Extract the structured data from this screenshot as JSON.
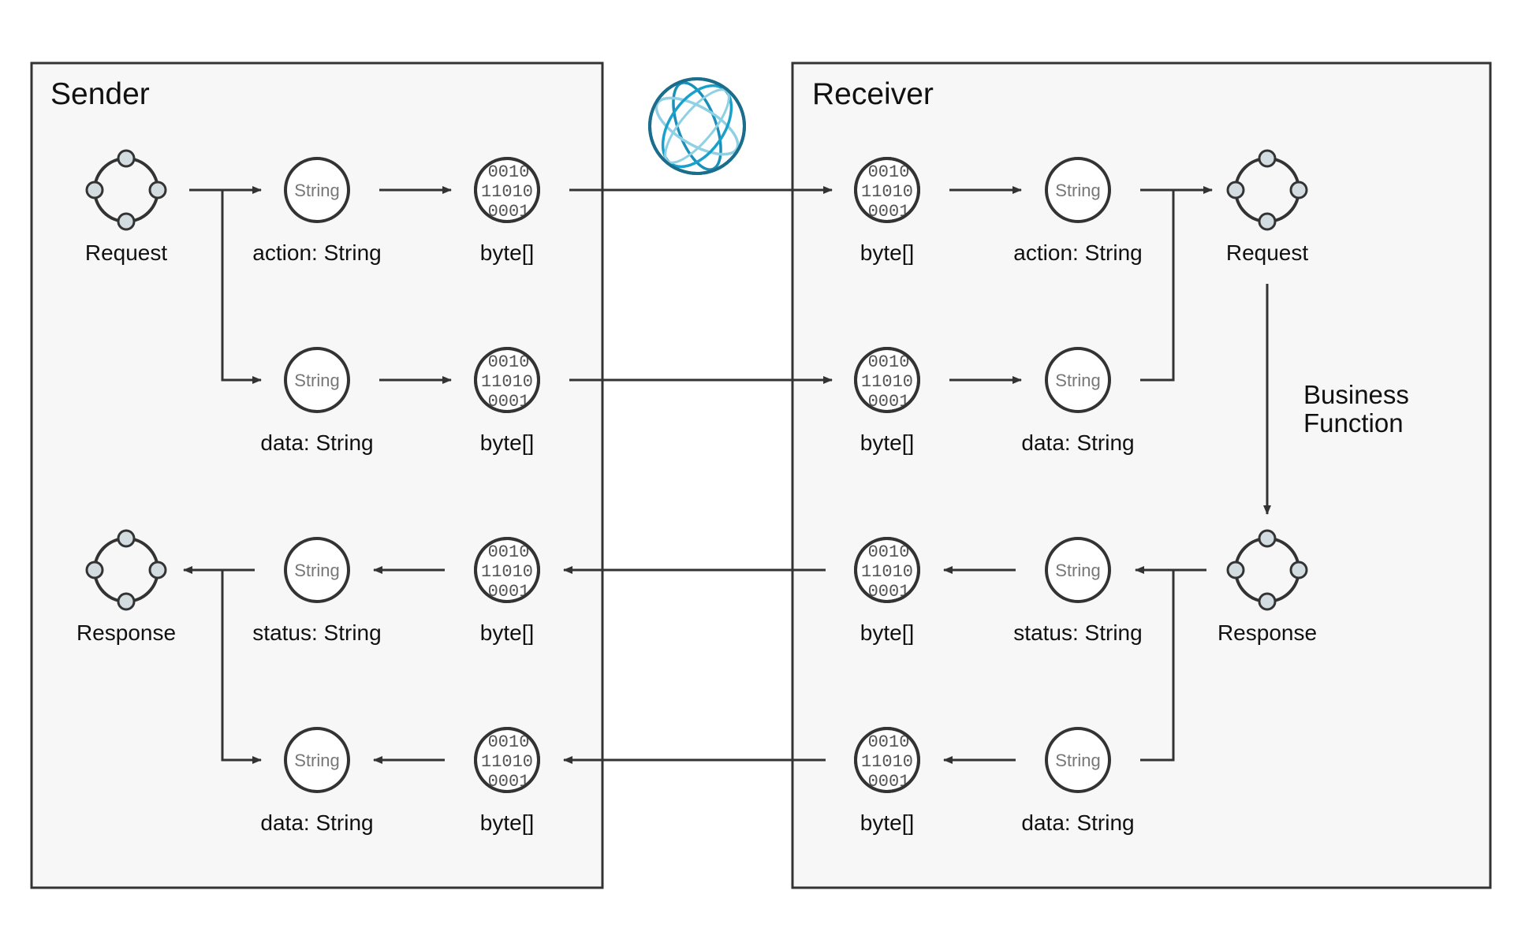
{
  "diagram": {
    "sender": {
      "title": "Sender",
      "nodes": {
        "request": "Request",
        "action_string": "action: String",
        "action_bytes": "byte[]",
        "data_string": "data: String",
        "data_bytes": "byte[]",
        "response": "Response",
        "status_string": "status: String",
        "status_bytes": "byte[]",
        "resp_data_string": "data: String",
        "resp_data_bytes": "byte[]"
      }
    },
    "receiver": {
      "title": "Receiver",
      "nodes": {
        "action_bytes": "byte[]",
        "action_string": "action: String",
        "request": "Request",
        "data_bytes": "byte[]",
        "data_string": "data: String",
        "status_bytes": "byte[]",
        "status_string": "status: String",
        "response": "Response",
        "resp_data_bytes": "byte[]",
        "resp_data_string": "data: String"
      },
      "business_function": [
        "Business",
        "Function"
      ]
    },
    "glyphs": {
      "string": "String",
      "binary": [
        "0010",
        "11010",
        "0001"
      ]
    },
    "network_icon": "globe-icon",
    "colors": {
      "box_fill": "#f7f7f7",
      "stroke": "#333333",
      "globe_dark": "#1a6e8c",
      "globe_light": "#8fd0e4"
    }
  }
}
